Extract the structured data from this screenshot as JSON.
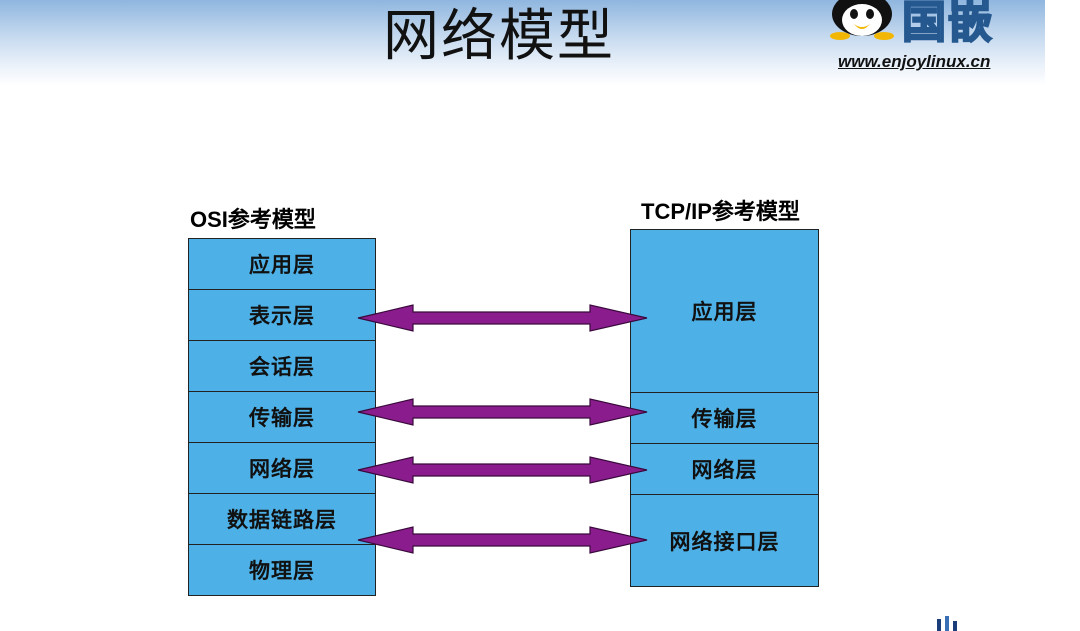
{
  "header": {
    "title": "网络模型",
    "logo_text": "国嵌",
    "url": "www.enjoylinux.cn"
  },
  "diagram": {
    "osi": {
      "title": "OSI参考模型",
      "layers": [
        "应用层",
        "表示层",
        "会话层",
        "传输层",
        "网络层",
        "数据链路层",
        "物理层"
      ]
    },
    "tcpip": {
      "title": "TCP/IP参考模型",
      "layers": [
        "应用层",
        "传输层",
        "网络层",
        "网络接口层"
      ]
    }
  },
  "colors": {
    "layer_fill": "#4db0e6",
    "arrow_fill": "#8b1c8d",
    "header_blue": "#8fb6df"
  },
  "icons": {
    "logo": "penguin-icon"
  }
}
